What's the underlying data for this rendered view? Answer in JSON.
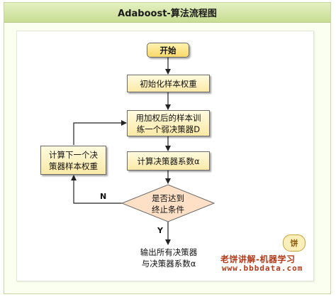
{
  "title": "Adaboost-算法流程图",
  "nodes": {
    "start": "开始",
    "init_weights": "初始化样本权重",
    "train_line1": "用加权后的样本训",
    "train_line2": "练一个弱决策器D",
    "compute_coef": "计算决策器系数α",
    "update_line1": "计算下一个决",
    "update_line2": "策器样本权重",
    "cond_line1": "是否达到",
    "cond_line2": "终止条件",
    "output_line1": "输出所有决策器",
    "output_line2": "与决策器系数α"
  },
  "edge_labels": {
    "no": "N",
    "yes": "Y"
  },
  "watermark": {
    "badge": "饼",
    "text": "老饼讲解-机器学习",
    "url": "www.bbbdata.com"
  },
  "colors": {
    "process_fill": "#fdf0b4",
    "decision_fill": "#fde0c6",
    "start_fill": "#f9d86a",
    "title_bar": "#d4e4a6",
    "watermark": "#b23a1a"
  }
}
